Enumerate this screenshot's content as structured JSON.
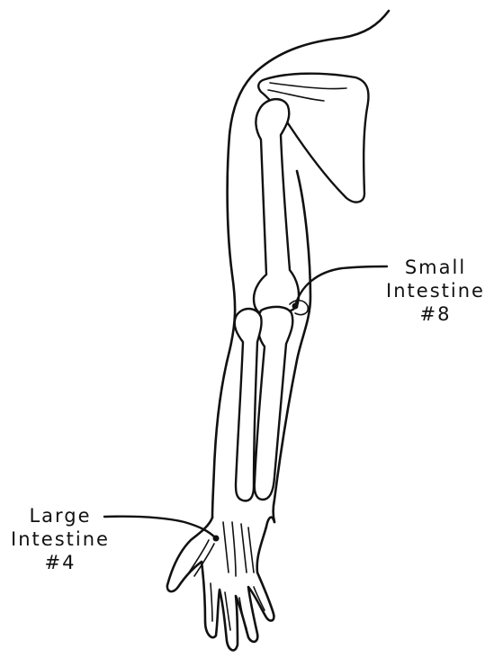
{
  "annotations": {
    "small_intestine": {
      "line1": "Small",
      "line2": "Intestine",
      "line3": "#8"
    },
    "large_intestine": {
      "line1": "Large",
      "line2": "Intestine",
      "line3": "#4"
    }
  }
}
